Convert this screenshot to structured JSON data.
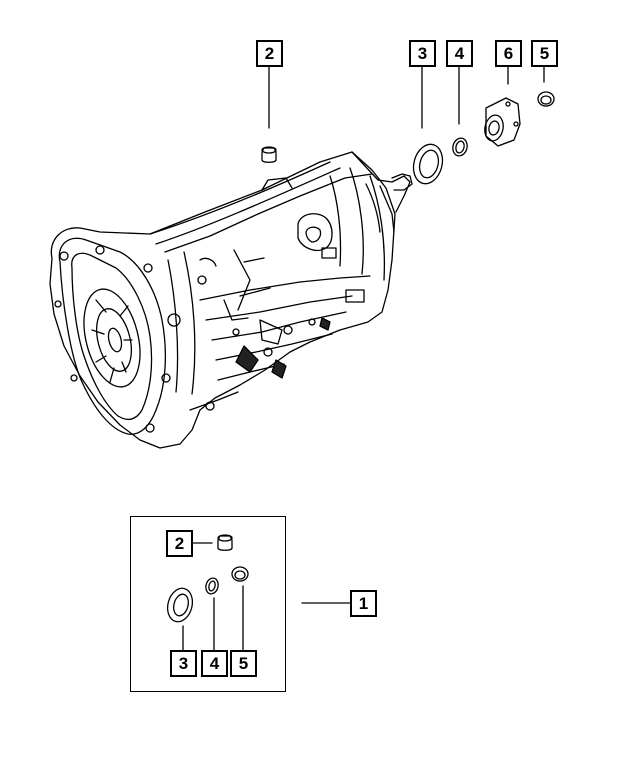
{
  "callouts": {
    "top": [
      {
        "id": "callout-2-top",
        "label": "2"
      },
      {
        "id": "callout-3-top",
        "label": "3"
      },
      {
        "id": "callout-4-top",
        "label": "4"
      },
      {
        "id": "callout-6-top",
        "label": "6"
      },
      {
        "id": "callout-5-top",
        "label": "5"
      }
    ],
    "kit": {
      "kit_number": "1",
      "plug": "2",
      "seal": "3",
      "oring": "4",
      "bushing": "5"
    }
  },
  "colors": {
    "line": "#000000",
    "background": "#ffffff"
  }
}
